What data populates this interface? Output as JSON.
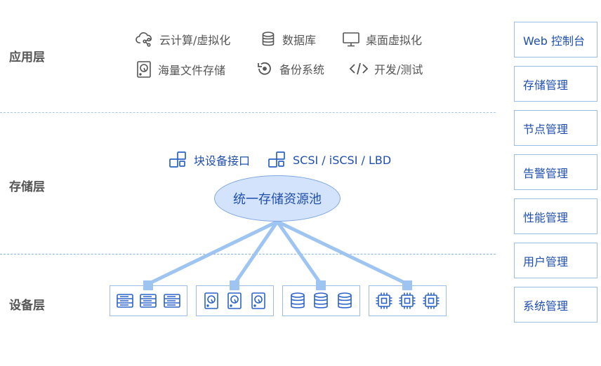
{
  "layers": {
    "application": "应用层",
    "storage": "存储层",
    "device": "设备层"
  },
  "app_items": [
    {
      "label": "云计算/虚拟化",
      "icon": "cloud-share-icon"
    },
    {
      "label": "数据库",
      "icon": "database-icon"
    },
    {
      "label": "桌面虚拟化",
      "icon": "monitor-icon"
    },
    {
      "label": "海量文件存储",
      "icon": "disk-file-icon"
    },
    {
      "label": "备份系统",
      "icon": "backup-icon"
    },
    {
      "label": "开发/测试",
      "icon": "code-icon"
    }
  ],
  "interfaces": [
    {
      "label": "块设备接口",
      "icon": "block-interface-icon"
    },
    {
      "label": "SCSI / iSCSI / LBD",
      "icon": "block-interface-icon"
    }
  ],
  "pool": "统一存储资源池",
  "device_groups": [
    {
      "type": "server",
      "icon": "server-icon",
      "count": 3
    },
    {
      "type": "disk",
      "icon": "hard-disk-icon",
      "count": 3
    },
    {
      "type": "database",
      "icon": "database-icon",
      "count": 3
    },
    {
      "type": "chip",
      "icon": "chip-icon",
      "count": 3
    }
  ],
  "side_menu": [
    "Web 控制台",
    "存储管理",
    "节点管理",
    "告警管理",
    "性能管理",
    "用户管理",
    "系统管理"
  ],
  "colors": {
    "accent": "#1f4fae",
    "line": "#9ec4f2",
    "pool_fill": "#d3e3fb",
    "border": "#9cbde8",
    "label_gray": "#555555",
    "icon_blue": "#2b63c8"
  }
}
